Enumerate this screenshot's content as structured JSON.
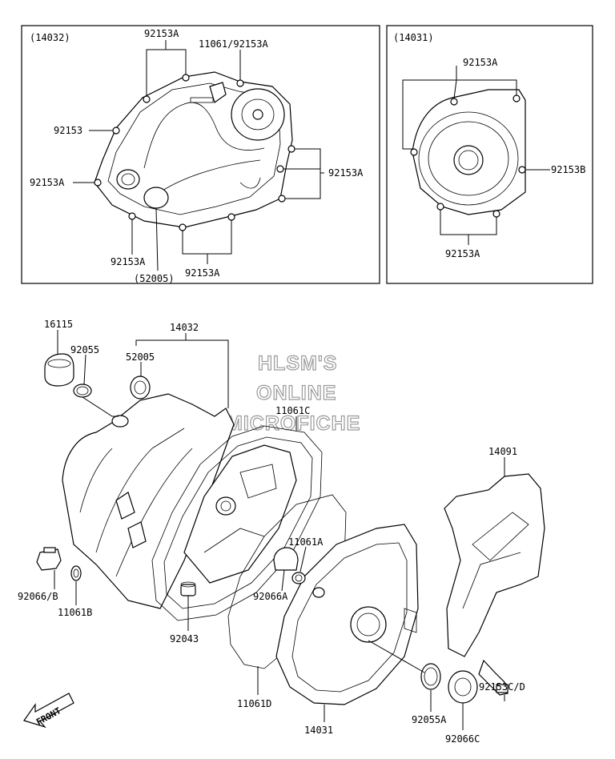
{
  "inset_left": {
    "title": "(14032)",
    "labels": {
      "top_a": "92153A",
      "top_b": "11061/92153A",
      "left_1": "92153",
      "left_2": "92153A",
      "right": "92153A",
      "bottom_left": "92153A",
      "bottom_mid": "(52005)",
      "bottom_right": "92153A"
    }
  },
  "inset_right": {
    "title": "(14031)",
    "labels": {
      "top": "92153A",
      "right": "92153B",
      "bottom": "92153A"
    }
  },
  "watermark": [
    "HLSM'S",
    "ONLINE",
    "MICROFICHE"
  ],
  "parts": {
    "p16115": "16115",
    "p92055": "92055",
    "p52005": "52005",
    "p14032": "14032",
    "p11061c": "11061C",
    "p14091": "14091",
    "p11061a": "11061A",
    "p92066a": "92066A",
    "p92066b": "92066/B",
    "p11061b": "11061B",
    "p92043": "92043",
    "p11061d": "11061D",
    "p14031": "14031",
    "p92055a": "92055A",
    "p92066c": "92066C",
    "p92153cd": "92153C/D"
  },
  "front_label": "FRONT"
}
